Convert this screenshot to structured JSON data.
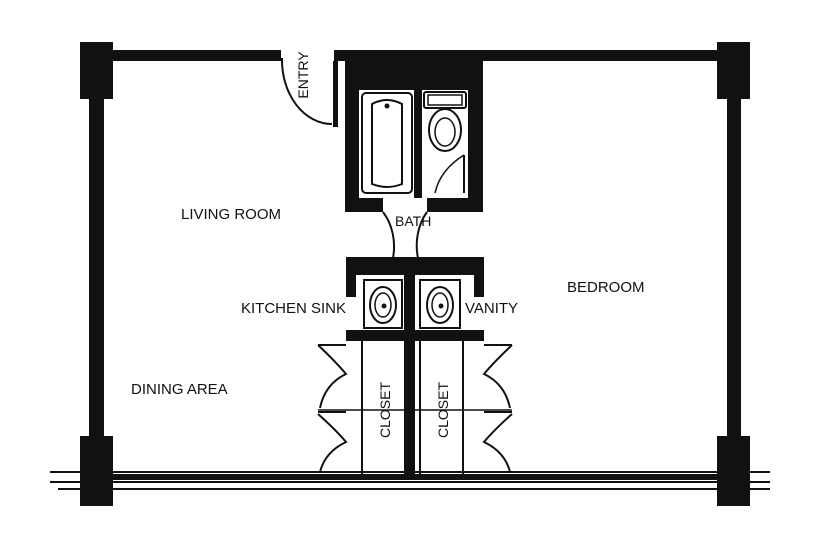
{
  "colors": {
    "wall": "#111111",
    "background": "#ffffff"
  },
  "rooms": {
    "entry": "ENTRY",
    "living_room": "LIVING ROOM",
    "bath": "BATH",
    "bedroom": "BEDROOM",
    "kitchen_sink": "KITCHEN SINK",
    "vanity": "VANITY",
    "dining_area": "DINING AREA",
    "closet_left": "CLOSET",
    "closet_right": "CLOSET"
  },
  "icons": [
    "bathtub-icon",
    "toilet-icon",
    "sink-icon",
    "door-swing-icon"
  ]
}
